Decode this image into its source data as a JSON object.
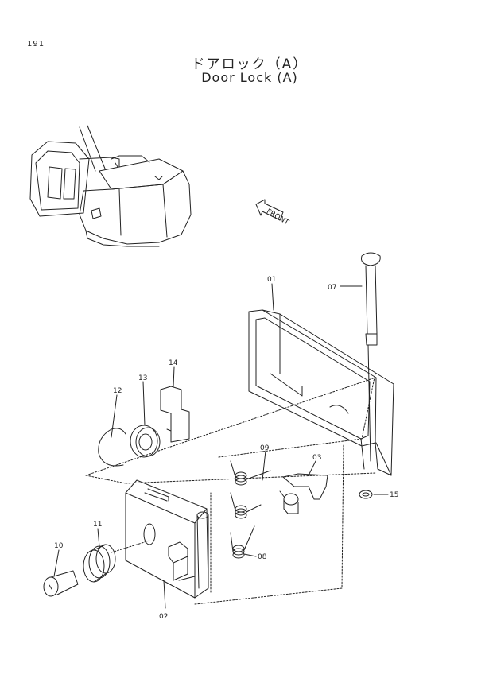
{
  "page": {
    "number": "191"
  },
  "title": {
    "japanese": "ドアロック（A）",
    "english": "Door Lock (A)"
  },
  "direction_marker": {
    "label": "FRONT",
    "icon": "front-arrow-icon"
  },
  "parts": [
    {
      "ref": "01",
      "part": "door-lock-housing"
    },
    {
      "ref": "02",
      "part": "lock-bracket"
    },
    {
      "ref": "03",
      "part": "latch-lever"
    },
    {
      "ref": "07",
      "part": "lock-pin"
    },
    {
      "ref": "08",
      "part": "lower-spring"
    },
    {
      "ref": "09",
      "part": "upper-spring"
    },
    {
      "ref": "10",
      "part": "key-cylinder"
    },
    {
      "ref": "11",
      "part": "cylinder-nut"
    },
    {
      "ref": "12",
      "part": "snap-ring"
    },
    {
      "ref": "13",
      "part": "washer"
    },
    {
      "ref": "14",
      "part": "plate"
    },
    {
      "ref": "15",
      "part": "e-ring"
    }
  ],
  "colors": {
    "line": "#222222",
    "background": "#ffffff"
  }
}
